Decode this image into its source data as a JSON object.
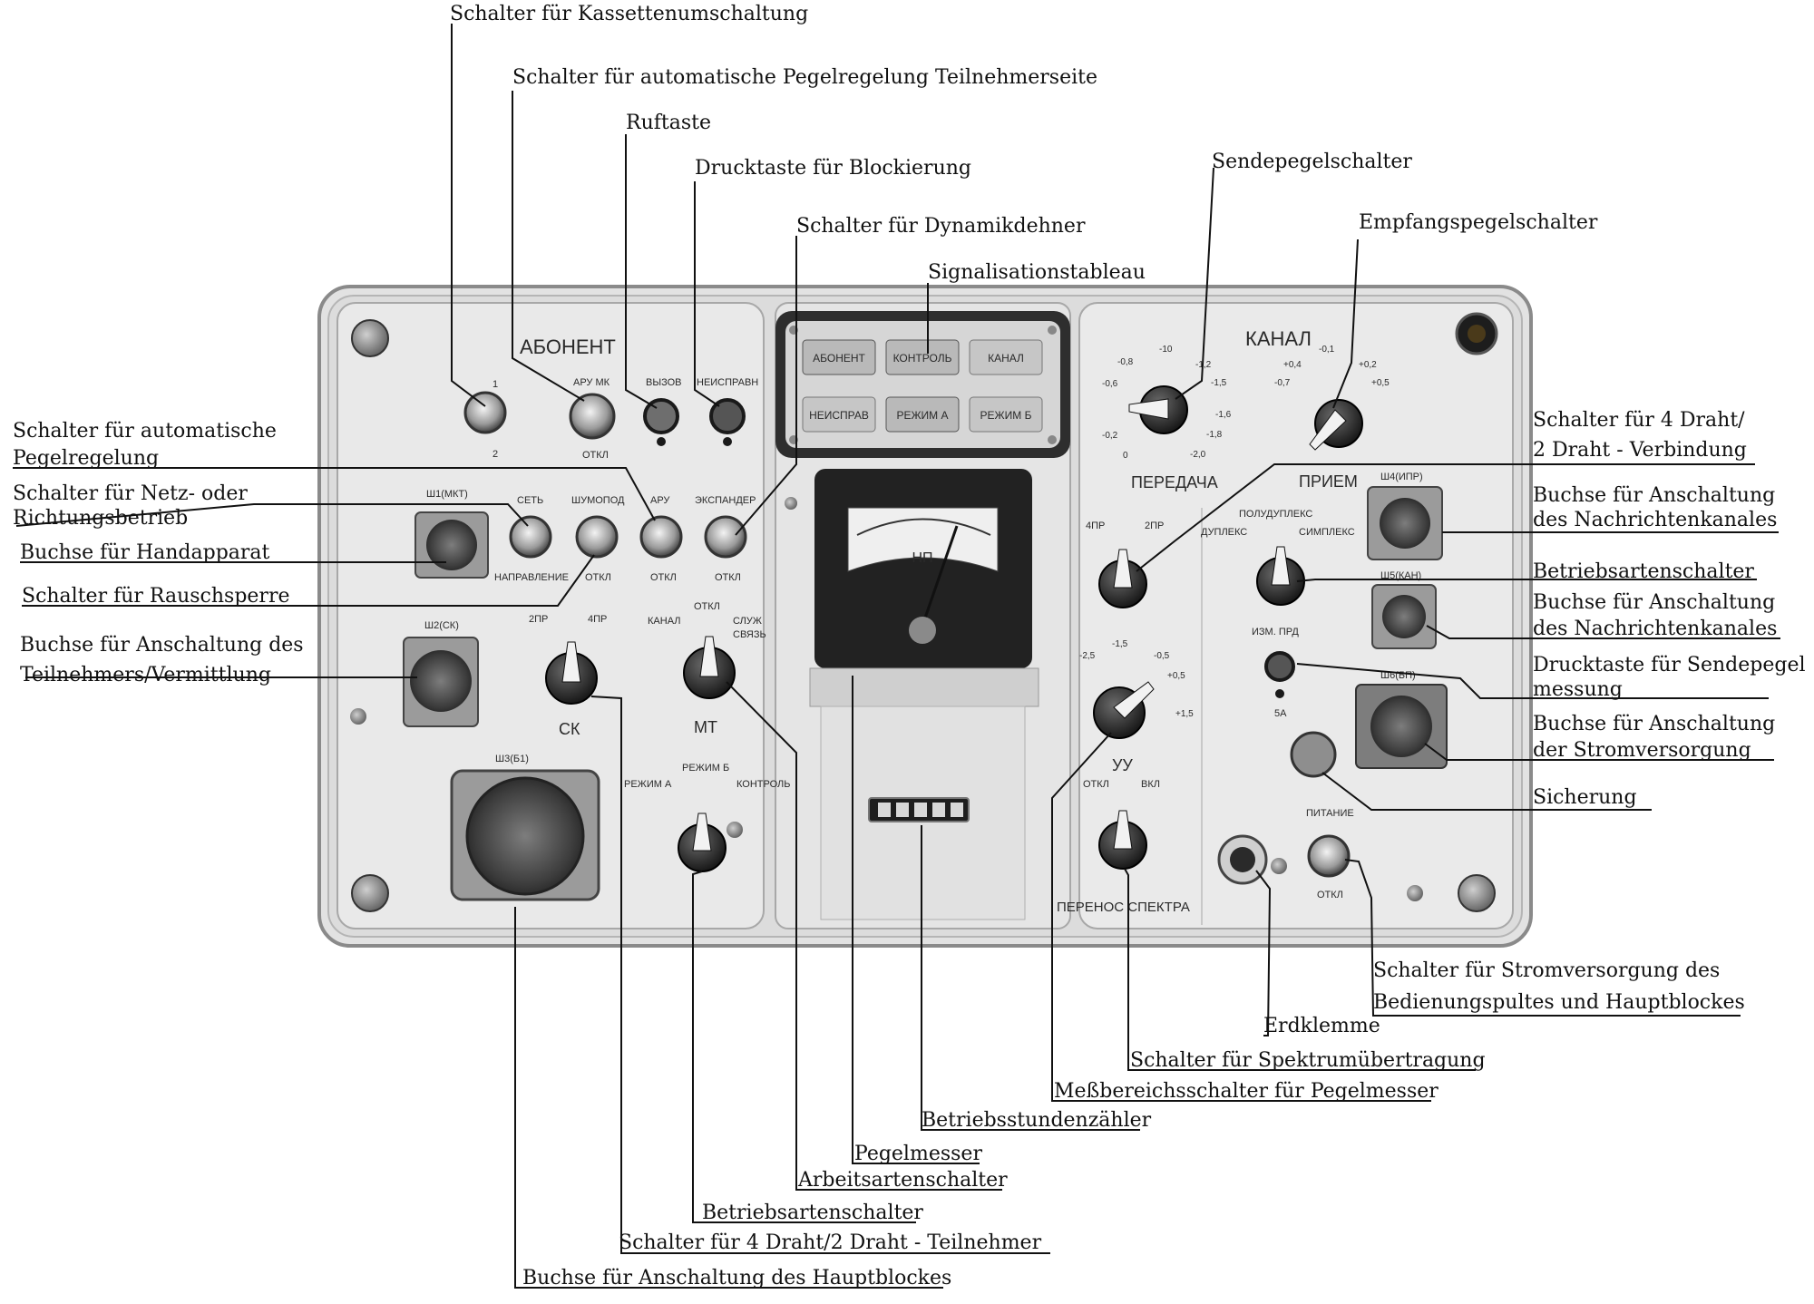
{
  "callouts": [
    {
      "id": "c01",
      "lines": [
        "Schalter für Kassettenumschaltung"
      ]
    },
    {
      "id": "c02",
      "lines": [
        "Schalter für automatische Pegelregelung  Teilnehmerseite"
      ]
    },
    {
      "id": "c03",
      "lines": [
        "Ruftaste"
      ]
    },
    {
      "id": "c04",
      "lines": [
        "Drucktaste für Blockierung"
      ]
    },
    {
      "id": "c05",
      "lines": [
        "Schalter für Dynamikdehner"
      ]
    },
    {
      "id": "c06",
      "lines": [
        "Signalisationstableau"
      ]
    },
    {
      "id": "c07",
      "lines": [
        "Sendepegelschalter"
      ]
    },
    {
      "id": "c08",
      "lines": [
        "Empfangspegelschalter"
      ]
    },
    {
      "id": "c09",
      "lines": [
        "Schalter für automatische",
        "Pegelregelung"
      ]
    },
    {
      "id": "c10",
      "lines": [
        "Schalter für Netz- oder",
        "Richtungsbetrieb"
      ]
    },
    {
      "id": "c11",
      "lines": [
        "Buchse für Handapparat"
      ]
    },
    {
      "id": "c12",
      "lines": [
        "Schalter für Rauschsperre"
      ]
    },
    {
      "id": "c13",
      "lines": [
        "Buchse für Anschaltung des",
        "Teilnehmers/Vermittlung"
      ]
    },
    {
      "id": "c14",
      "lines": [
        "Schalter für 4 Draht/",
        "2 Draht - Verbindung"
      ]
    },
    {
      "id": "c15",
      "lines": [
        "Buchse für Anschaltung",
        "des Nachrichtenkanales"
      ]
    },
    {
      "id": "c16",
      "lines": [
        "Betriebsartenschalter"
      ]
    },
    {
      "id": "c17",
      "lines": [
        "Buchse für Anschaltung",
        "des Nachrichtenkanales"
      ]
    },
    {
      "id": "c18",
      "lines": [
        "Drucktaste für Sendepegel",
        "messung"
      ]
    },
    {
      "id": "c19",
      "lines": [
        "Buchse für Anschaltung",
        "der Stromversorgung"
      ]
    },
    {
      "id": "c20",
      "lines": [
        "Sicherung"
      ]
    },
    {
      "id": "c21",
      "lines": [
        "Schalter für Stromversorgung des",
        "Bedienungspultes und Hauptblockes"
      ]
    },
    {
      "id": "c22",
      "lines": [
        "Erdklemme"
      ]
    },
    {
      "id": "c23",
      "lines": [
        "Schalter für Spektrumübertragung"
      ]
    },
    {
      "id": "c24",
      "lines": [
        "Meßbereichsschalter für Pegelmesser"
      ]
    },
    {
      "id": "c25",
      "lines": [
        "Betriebsstundenzähler"
      ]
    },
    {
      "id": "c26",
      "lines": [
        "Pegelmesser"
      ]
    },
    {
      "id": "c27",
      "lines": [
        "Arbeitsartenschalter"
      ]
    },
    {
      "id": "c28",
      "lines": [
        "Betriebsartenschalter"
      ]
    },
    {
      "id": "c29",
      "lines": [
        "Schalter für 4 Draht/2 Draht - Teilnehmer"
      ]
    },
    {
      "id": "c30",
      "lines": [
        "Buchse für Anschaltung des Hauptblockes"
      ]
    }
  ],
  "panel": {
    "abonent_title": "АБОНЕНТ",
    "kanal_title": "КАНАЛ",
    "peredacha": "ПЕРЕДАЧА",
    "priem": "ПРИЕМ",
    "sw1": "1",
    "sw1_sub": "2",
    "aru_mk": "АРУ  МК",
    "aru_mk_off": "ОТКЛ",
    "vyzov": "ВЫЗОВ",
    "neispravn": "НЕИСПРАВН",
    "sh1": "Ш1(МКТ)",
    "set": "СЕТЬ",
    "napravlenie": "НАПРАВЛЕНИЕ",
    "shumopod": "ШУМОПОД",
    "aru": "АРУ",
    "ekspander": "ЭКСПАНДЕР",
    "otkl": "ОТКЛ",
    "sh2": "Ш2(СК)",
    "sk_2pr": "2ПР",
    "sk_4pr": "4ПР",
    "sk": "СК",
    "mt_kanal": "КАНАЛ",
    "mt_otkl": "ОТКЛ",
    "mt_sluzh": "СЛУЖ",
    "mt_svyaz": "СВЯЗЬ",
    "mt": "МТ",
    "sh3": "Ш3(Б1)",
    "rezhim_a": "РЕЖИМ А",
    "rezhim_b": "РЕЖИМ Б",
    "kontrol": "КОНТРОЛЬ",
    "tab_abonent": "АБОНЕНТ",
    "tab_kontrol": "КОНТРОЛЬ",
    "tab_kanal": "КАНАЛ",
    "tab_neisprav": "НЕИСПРАВ",
    "tab_rezhim_a": "РЕЖИМ А",
    "tab_rezhim_b": "РЕЖИМ Б",
    "meter_label": "НП",
    "tx_minus10": "-10",
    "tx_minus06": "-0,6",
    "tx_minus08": "-0,8",
    "tx_minus12": "-1,2",
    "tx_minus15": "-1,5",
    "tx_minus16": "-1,6",
    "tx_minus18": "-1,8",
    "tx_minus20": "-2,0",
    "tx_minus02": "-0,2",
    "tx_zero": "0",
    "rx_minus01": "-0,1",
    "rx_plus04": "+0,4",
    "rx_plus02": "+0,2",
    "rx_minus07": "-0,7",
    "rx_plus05": "+0,5",
    "p_4pr": "4ПР",
    "p_2pr": "2ПР",
    "poludupleks": "ПОЛУДУПЛЕКС",
    "dupleks": "ДУПЛЕКС",
    "simpleks": "СИМПЛЕКС",
    "sh4": "Ш4(ИПР)",
    "sh5": "Ш5(КАН)",
    "izm_prd": "ИЗМ. ПРД",
    "sh6": "Ш6(БП)",
    "uu": "УУ",
    "uu_m25": "-2,5",
    "uu_m15": "-1,5",
    "uu_m05": "-0,5",
    "uu_p05": "+0,5",
    "uu_p15": "+1,5",
    "fuse": "5А",
    "perenos_otkl": "ОТКЛ",
    "perenos_vkl": "ВКЛ",
    "perenos_spektra": "ПЕРЕНОС СПЕКТРА",
    "pitanie": "ПИТАНИЕ",
    "pitanie_otkl": "ОТКЛ"
  }
}
